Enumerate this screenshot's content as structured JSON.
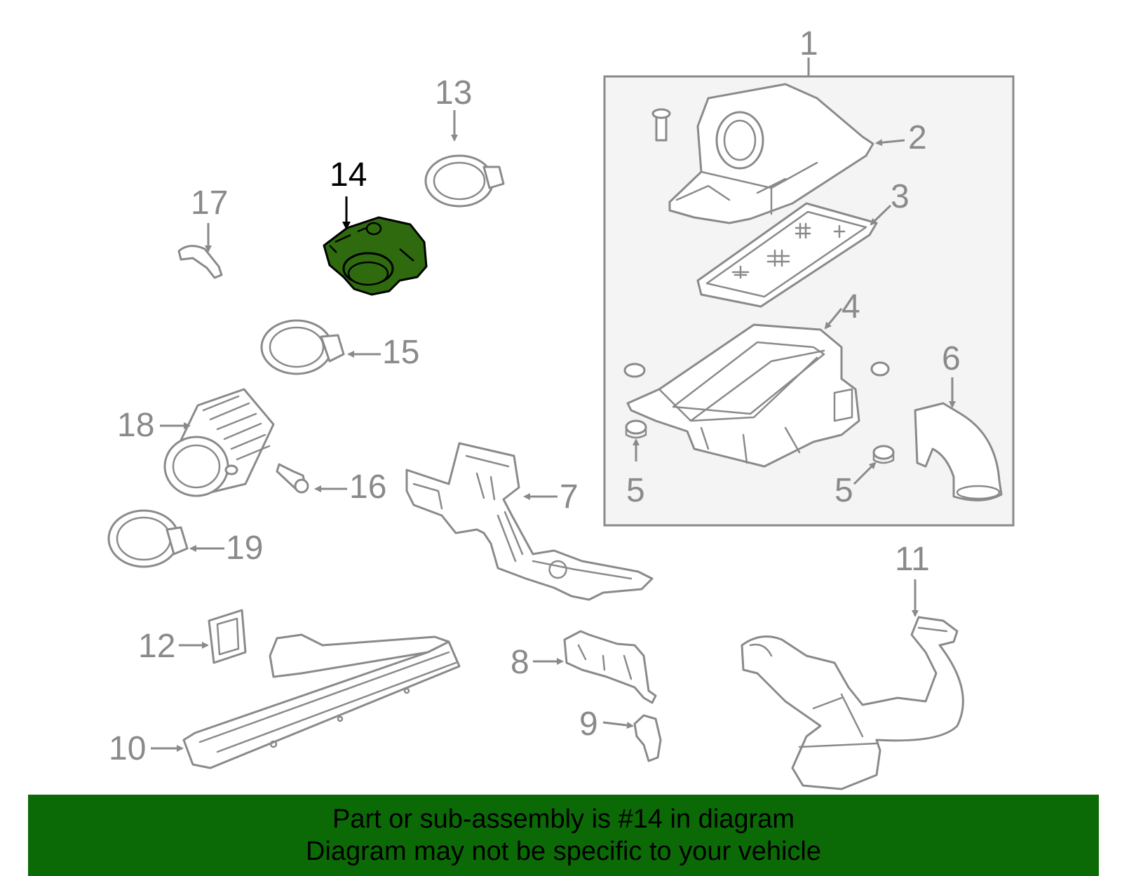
{
  "callouts": {
    "c1": "1",
    "c2": "2",
    "c3": "3",
    "c4": "4",
    "c5a": "5",
    "c5b": "5",
    "c6": "6",
    "c7": "7",
    "c8": "8",
    "c9": "9",
    "c10": "10",
    "c11": "11",
    "c12": "12",
    "c13": "13",
    "c14": "14",
    "c15": "15",
    "c16": "16",
    "c17": "17",
    "c18": "18",
    "c19": "19"
  },
  "highlight": {
    "callout": "14",
    "color": "#2f6b0e"
  },
  "colors": {
    "line_art": "#8a8a8a",
    "box_fill": "#f4f4f4",
    "banner": "#0b6a06"
  },
  "banner": {
    "line1": "Part or sub-assembly is #14 in diagram",
    "line2": "Diagram may not be specific to your vehicle"
  }
}
